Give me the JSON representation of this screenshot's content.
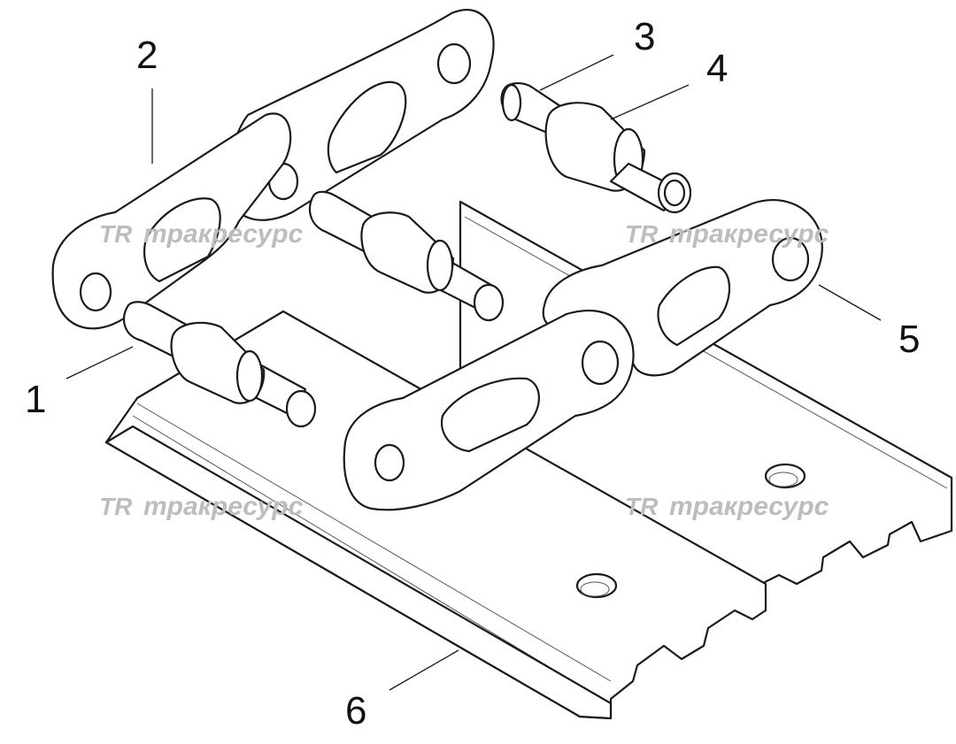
{
  "callouts": [
    {
      "id": "1",
      "label": "1"
    },
    {
      "id": "2",
      "label": "2"
    },
    {
      "id": "3",
      "label": "3"
    },
    {
      "id": "4",
      "label": "4"
    },
    {
      "id": "5",
      "label": "5"
    },
    {
      "id": "6",
      "label": "6"
    }
  ],
  "watermark": {
    "logo": "TR",
    "text": "тракресурс",
    "color": "#bdbdbd"
  },
  "colors": {
    "line": "#1a1a1a",
    "background": "#ffffff"
  }
}
